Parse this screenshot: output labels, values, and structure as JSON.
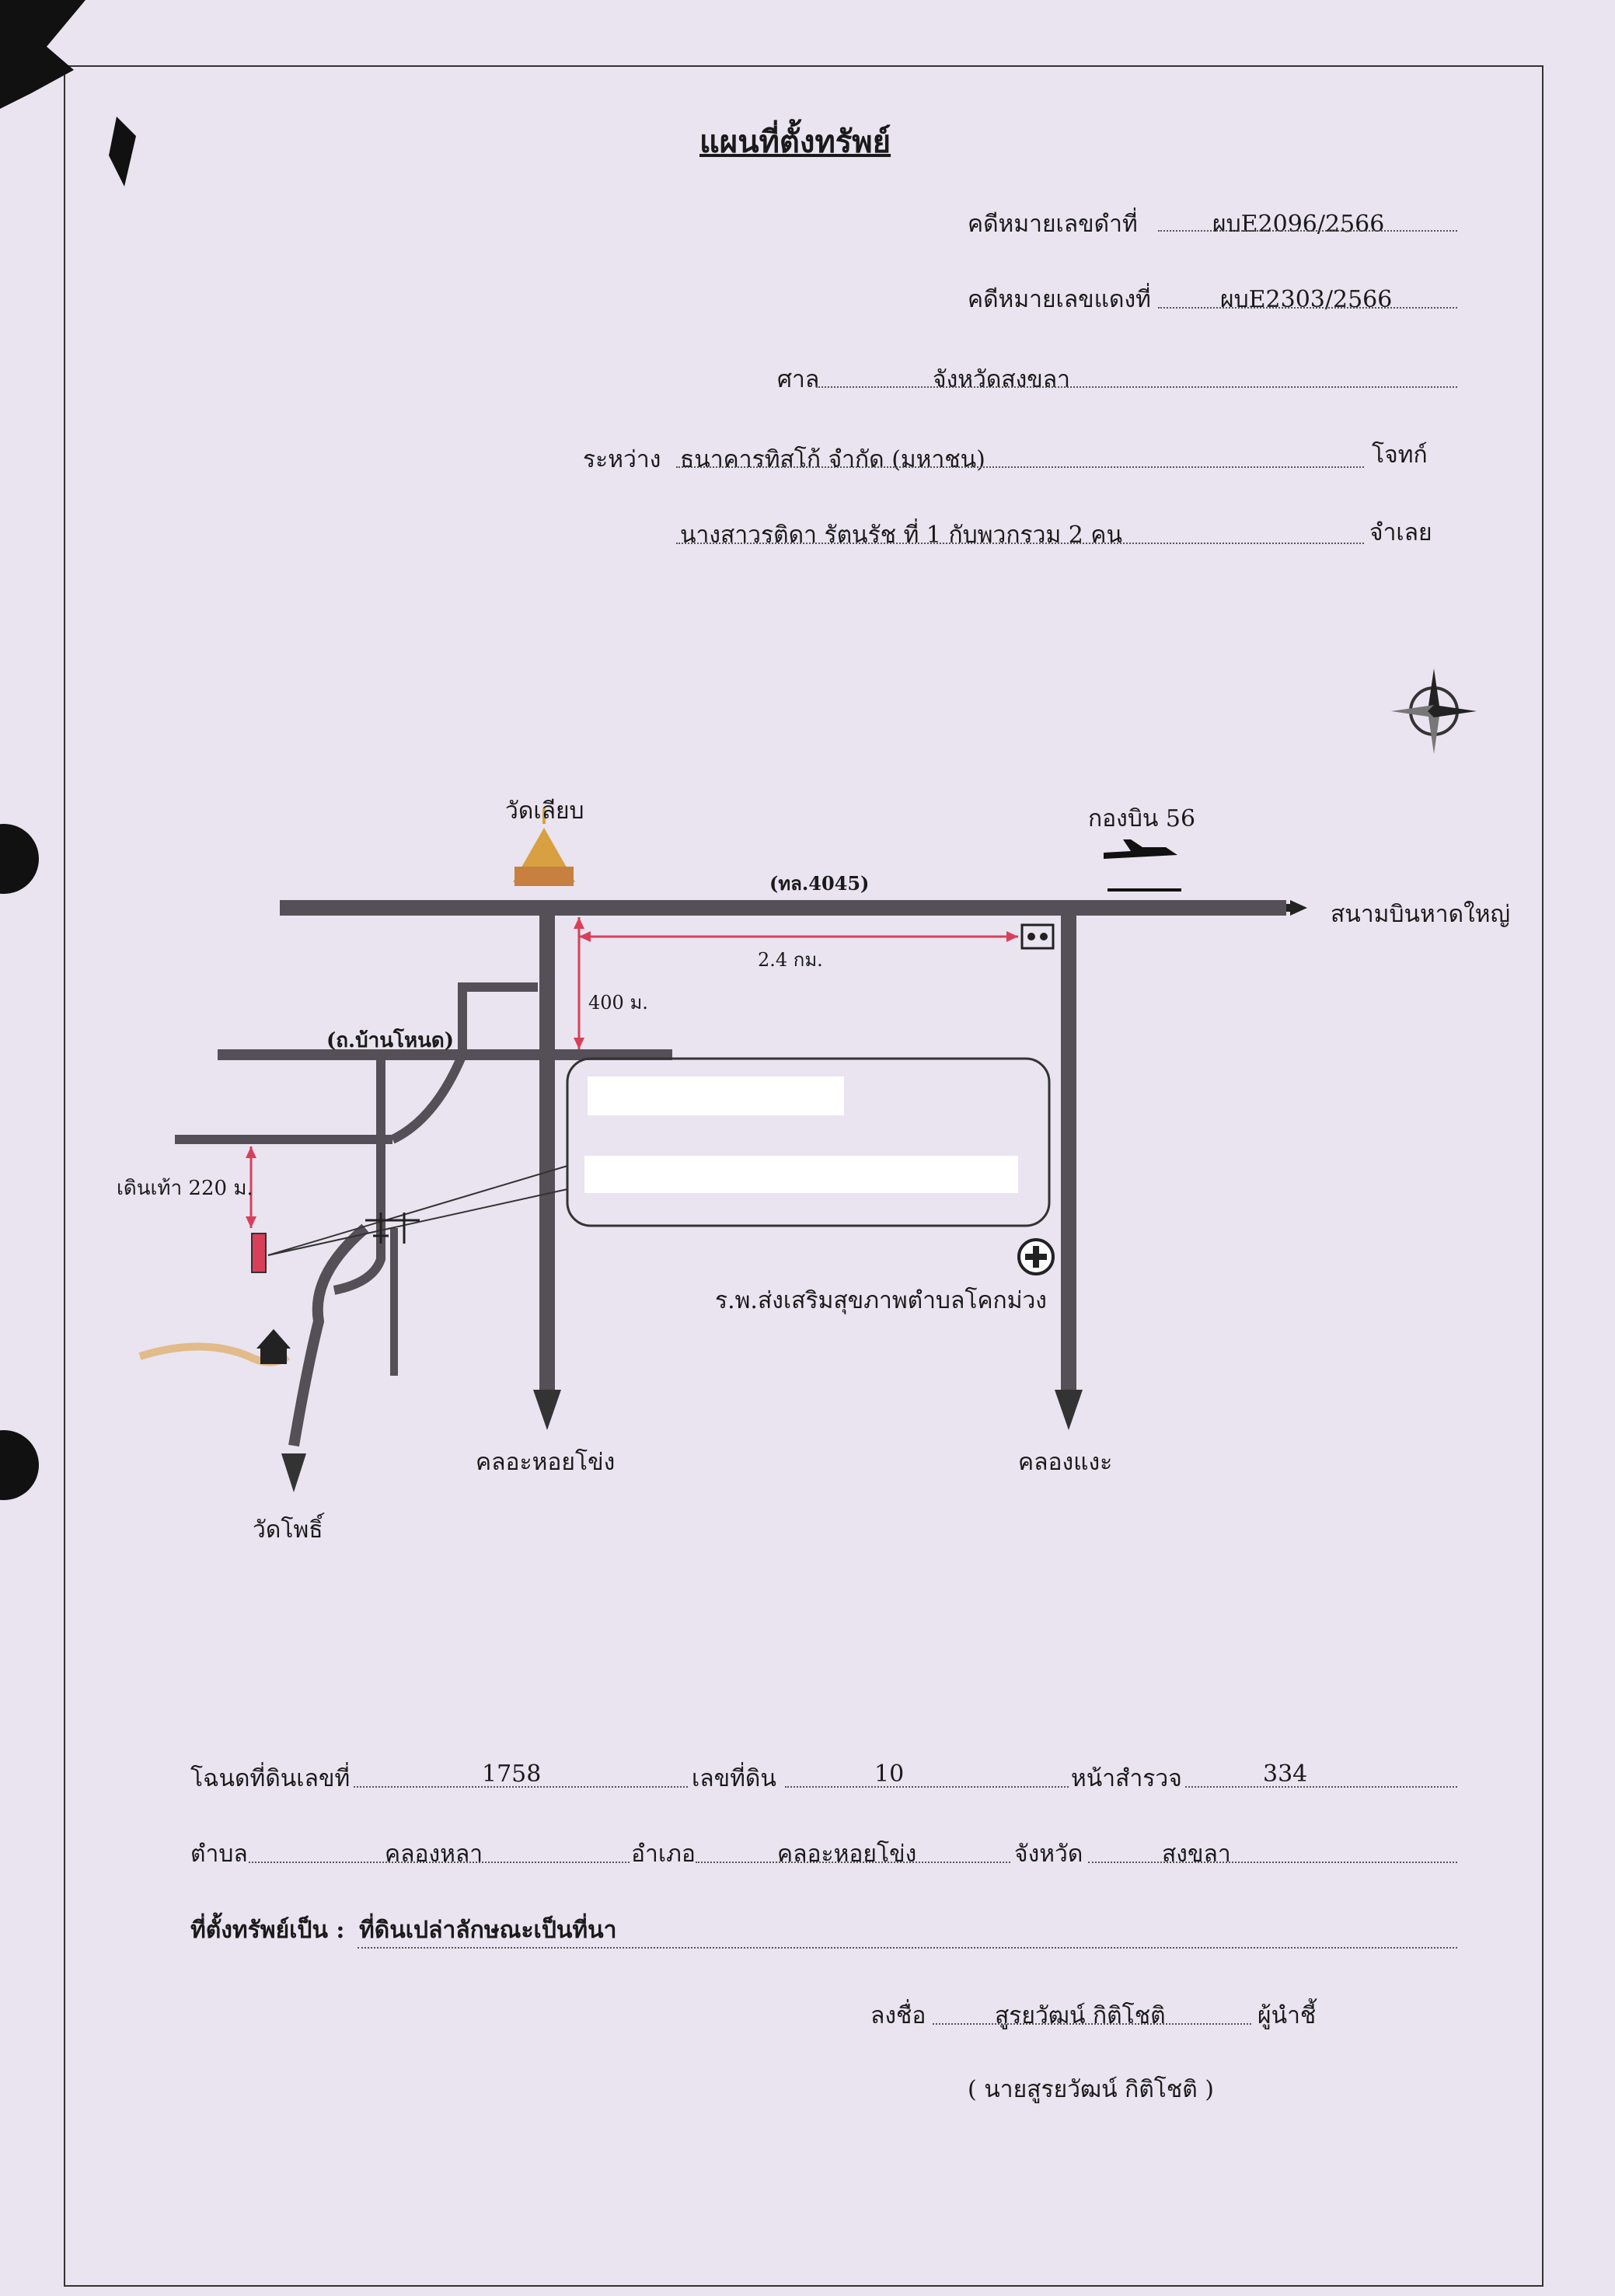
{
  "title": "แผนที่ตั้งทรัพย์",
  "case": {
    "black_label": "คดีหมายเลขดำที่",
    "black_no": "ผบE2096/2566",
    "red_label": "คดีหมายเลขแดงที่",
    "red_no": "ผบE2303/2566",
    "court_label": "ศาล",
    "court": "จังหวัดสงขลา",
    "between_label": "ระหว่าง",
    "plaintiff": "ธนาคารทิสโก้ จำกัด (มหาชน)",
    "plaintiff_role": "โจทก์",
    "defendant": "นางสาวรติดา รัตนรัช ที่ 1 กับพวกรวม 2 คน",
    "defendant_role": "จำเลย"
  },
  "map": {
    "temple_top": "วัดเลียบ",
    "airbase": "กองบิน 56",
    "highway": "(ทล.4045)",
    "airport": "สนามบินหาดใหญ่",
    "dist_long": "2.4 กม.",
    "dist_short": "400 ม.",
    "road_left": "(ถ.บ้านโหนด)",
    "walk": "เดินเท้า 220 ม.",
    "hospital": "ร.พ.ส่งเสริมสุขภาพตำบลโคกม่วง",
    "khlong_hoi_khong": "คลอะหอยโข่ง",
    "khlong_ngae": "คลองแงะ",
    "wat_pho": "วัดโพธิ์"
  },
  "deed": {
    "deed_label": "โฉนดที่ดินเลขที่",
    "deed_no": "1758",
    "land_label": "เลขที่ดิน",
    "land_no": "10",
    "survey_label": "หน้าสำรวจ",
    "survey_no": "334",
    "tambon_label": "ตำบล",
    "tambon": "คลองหลา",
    "amphoe_label": "อำเภอ",
    "amphoe": "คลอะหอยโข่ง",
    "province_label": "จังหวัด",
    "province": "สงขลา",
    "property_label": "ที่ตั้งทรัพย์เป็น :",
    "property": "ที่ดินเปล่าลักษณะเป็นที่นา"
  },
  "signature": {
    "label": "ลงชื่อ",
    "name": "สูรยวัฒน์ กิติโชติ",
    "role": "ผู้นำชี้",
    "printed": "( นายสูรยวัฒน์ กิติโชติ )"
  },
  "colors": {
    "road": "#555058",
    "arrow_red": "#d8405a"
  }
}
